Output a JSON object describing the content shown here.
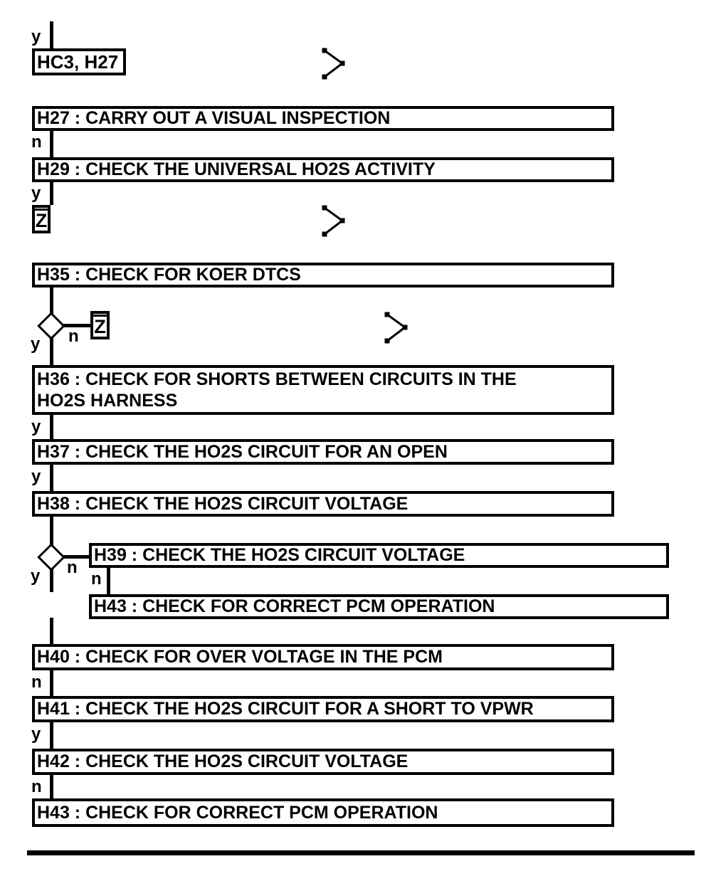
{
  "page": {
    "background_color": "#ffffff",
    "ink_color": "#000000"
  },
  "diagram": {
    "type": "flowchart",
    "branch_labels": {
      "yes": "y",
      "no": "n"
    },
    "off_page_connector": "Z",
    "entry_label": "HC3, H27",
    "steps": {
      "h27": "H27 : CARRY OUT A VISUAL INSPECTION",
      "h29": "H29 : CHECK THE UNIVERSAL HO2S ACTIVITY",
      "h35": "H35 : CHECK FOR KOER DTCS",
      "h36_line1": "H36 : CHECK FOR SHORTS BETWEEN CIRCUITS IN THE",
      "h36_line2": "HO2S HARNESS",
      "h37": "H37 : CHECK THE HO2S CIRCUIT FOR AN OPEN",
      "h38": "H38 : CHECK THE HO2S CIRCUIT VOLTAGE",
      "h39": "H39 : CHECK THE HO2S CIRCUIT VOLTAGE",
      "h43_branch": "H43 : CHECK FOR CORRECT PCM OPERATION",
      "h40": "H40 : CHECK FOR OVER VOLTAGE IN THE PCM",
      "h41": "H41 : CHECK THE HO2S CIRCUIT FOR A SHORT TO VPWR",
      "h42": "H42 : CHECK THE HO2S CIRCUIT VOLTAGE",
      "h43": "H43 : CHECK FOR CORRECT PCM OPERATION"
    }
  }
}
